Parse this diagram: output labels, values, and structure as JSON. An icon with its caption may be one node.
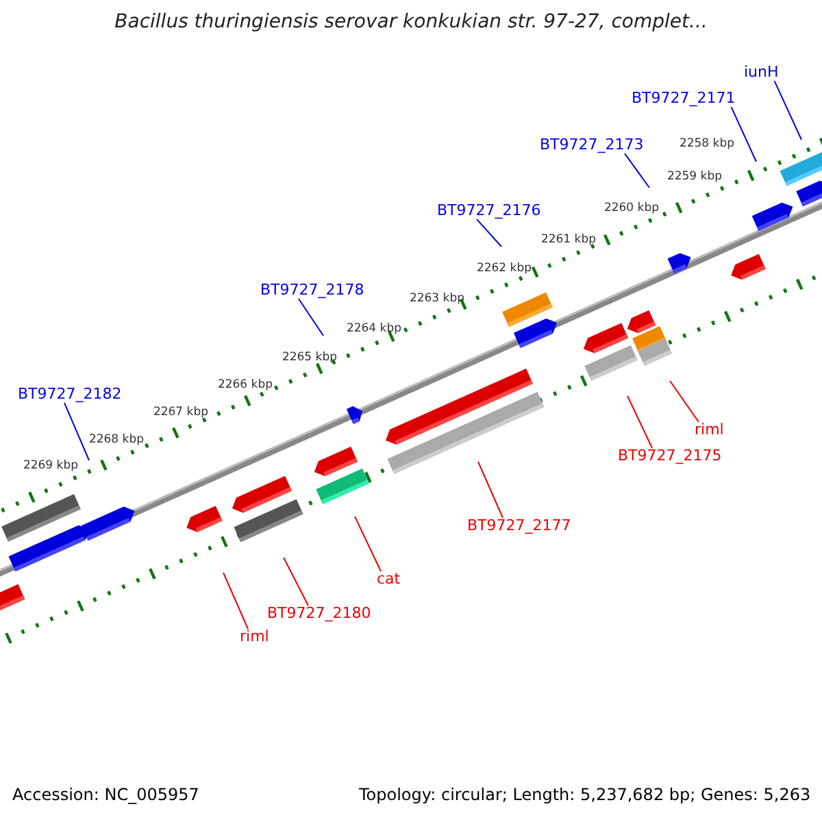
{
  "diagram": {
    "title": "Bacillus thuringiensis serovar konkukian str. 97-27, complet...",
    "nodes": [
      {
        "text": [
          "iunH"
        ]
      },
      {
        "text": [
          "BT9727_2171"
        ]
      },
      {
        "text": [
          "BT9727_2173"
        ]
      },
      {
        "text": [
          "BT9727_2176"
        ]
      },
      {
        "text": [
          "BT9727_2178"
        ]
      },
      {
        "text": [
          "BT9727_2182"
        ]
      },
      {
        "text": [
          "riml"
        ]
      },
      {
        "text": [
          "BT9727_2175"
        ]
      },
      {
        "text": [
          "BT9727_2177"
        ]
      },
      {
        "text": [
          "cat"
        ]
      },
      {
        "text": [
          "BT9727_2180"
        ]
      },
      {
        "text": [
          "riml"
        ]
      }
    ],
    "edges": [
      {
        "from": 0,
        "to": null,
        "arrow": "none"
      },
      {
        "from": 1,
        "to": null,
        "arrow": "none"
      },
      {
        "from": 2,
        "to": null,
        "arrow": "none"
      },
      {
        "from": 3,
        "to": null,
        "arrow": "none"
      },
      {
        "from": 4,
        "to": null,
        "arrow": "none"
      },
      {
        "from": 5,
        "to": null,
        "arrow": "none"
      },
      {
        "from": 6,
        "to": null,
        "arrow": "none",
        "color": "#ee0000"
      },
      {
        "from": 7,
        "to": null,
        "arrow": "none",
        "color": "#ee0000"
      },
      {
        "from": 8,
        "to": null,
        "arrow": "none",
        "color": "#ee0000"
      },
      {
        "from": 9,
        "to": null,
        "arrow": "none",
        "color": "#ee0000"
      },
      {
        "from": 10,
        "to": null,
        "arrow": "none",
        "color": "#ee0000"
      },
      {
        "from": 11,
        "to": null,
        "arrow": "none",
        "color": "#ee0000"
      }
    ],
    "labels": [
      "2258 kbp",
      "2259 kbp",
      "2260 kbp",
      "2261 kbp",
      "2262 kbp",
      "2263 kbp",
      "2264 kbp",
      "2265 kbp",
      "2266 kbp",
      "2267 kbp",
      "2268 kbp",
      "2269 kbp",
      "Accession: NC_005957",
      "Topology: circular; Length: 5,237,682 bp; Genes: 5,263"
    ]
  }
}
